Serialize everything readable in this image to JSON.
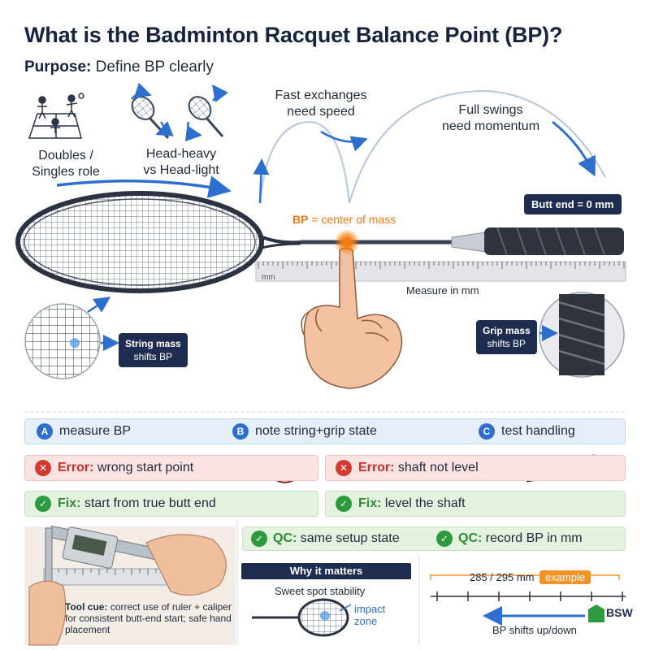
{
  "header": {
    "title": "What is the Badminton Racquet Balance Point (BP)?",
    "purpose_label": "Purpose:",
    "purpose_text": "Define BP clearly"
  },
  "top_labels": {
    "role_line1": "Doubles /",
    "role_line2": "Singles role",
    "head_line1": "Head-heavy",
    "head_line2": "vs Head-light",
    "fast_line1": "Fast exchanges",
    "fast_line2": "need speed",
    "full_line1": "Full swings",
    "full_line2": "need momentum"
  },
  "racquet": {
    "bp_prefix": "BP",
    "bp_rest": " = center of mass",
    "butt_end": "Butt end = 0 mm",
    "ruler_unit": "mm",
    "measure": "Measure in mm",
    "string_line1": "String mass",
    "string_line2": "shifts BP",
    "grip_line1": "Grip mass",
    "grip_line2": "shifts BP"
  },
  "steps": [
    {
      "badge": "A",
      "text": "measure BP"
    },
    {
      "badge": "B",
      "text": "note string+grip state"
    },
    {
      "badge": "C",
      "text": "test handling"
    }
  ],
  "errors": [
    {
      "label": "Error:",
      "text": " wrong start point"
    },
    {
      "label": "Error:",
      "text": " shaft not level"
    }
  ],
  "fixes": [
    {
      "label": "Fix:",
      "text": " start from true butt end"
    },
    {
      "label": "Fix:",
      "text": " level the shaft"
    }
  ],
  "qc": [
    {
      "label": "QC:",
      "text": " same setup state"
    },
    {
      "label": "QC:",
      "text": " record BP in mm"
    }
  ],
  "why": {
    "heading": "Why it matters",
    "sweet": "Sweet spot stability",
    "impact_line1": "impact",
    "impact_line2": "zone"
  },
  "scale": {
    "range": "285 / 295 mm",
    "example": "example",
    "shift": "BP shifts up/down"
  },
  "tool": {
    "label": "Tool cue:",
    "text": " correct use of ruler + caliper for consistent butt-end start; safe hand placement"
  },
  "logo": {
    "text": "BSW"
  },
  "colors": {
    "navy": "#1e2d4f",
    "accent_orange": "#f29325",
    "blue_arrow": "#2d6fcf",
    "error_red": "#d43a2f",
    "fix_green": "#2e9a3f"
  }
}
